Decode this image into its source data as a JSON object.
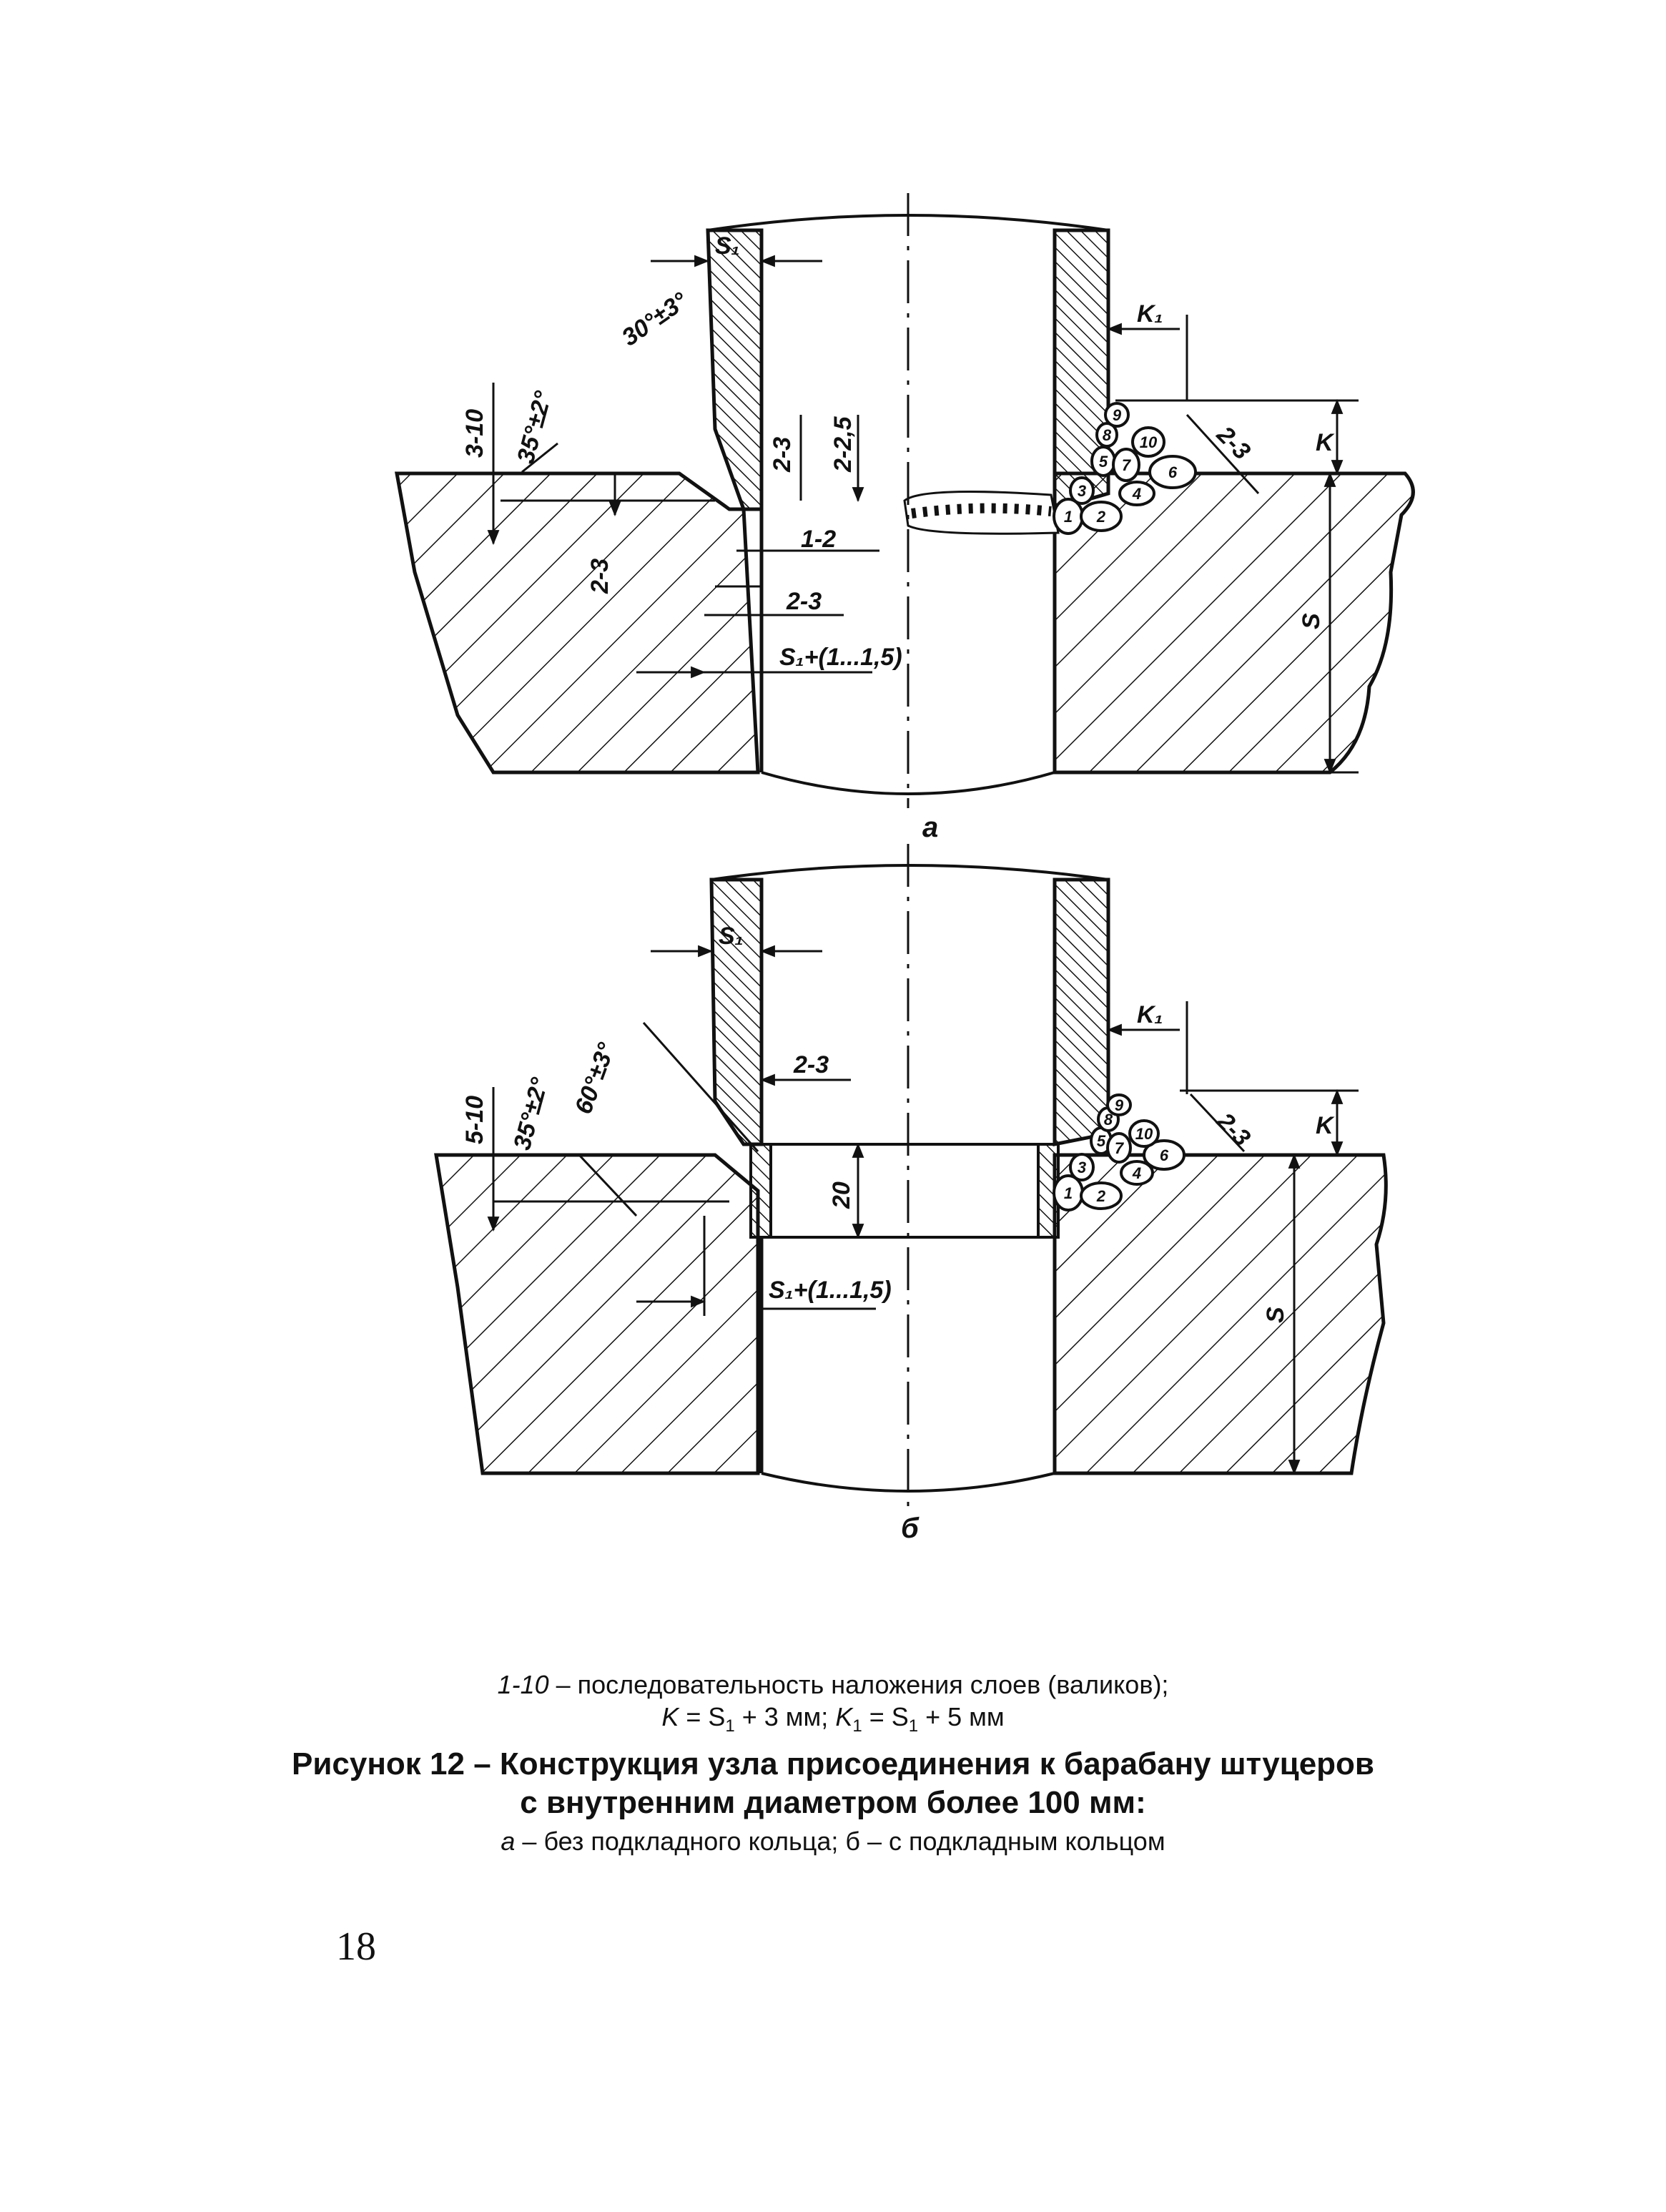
{
  "figure_a": {
    "label": "а",
    "dims": {
      "s1": "S₁",
      "angle_bevel": "30°±3°",
      "k1": "K₁",
      "gap_top": "3-10",
      "angle_drum": "35°±2°",
      "d2_3": "2-3",
      "d2_25": "2-2,5",
      "k": "K",
      "d2_3_weld": "2-3",
      "d1_2": "1-2",
      "d2_3_left": "2-3",
      "d2_3_low": "2-3",
      "s_total": "S",
      "hole": "S₁+(1...1,5)"
    },
    "beads": [
      "1",
      "2",
      "3",
      "4",
      "5",
      "6",
      "7",
      "8",
      "9",
      "10"
    ]
  },
  "figure_b": {
    "label": "б",
    "dims": {
      "s1": "S₁",
      "k1": "K₁",
      "gap_top": "5-10",
      "angle_drum": "35°±2°",
      "angle_bevel": "60°±3°",
      "d2_3": "2-3",
      "ring": "20",
      "k": "K",
      "d2_3_weld": "2-3",
      "s_total": "S",
      "hole": "S₁+(1...1,5)"
    },
    "beads": [
      "1",
      "2",
      "3",
      "4",
      "5",
      "6",
      "7",
      "8",
      "9",
      "10"
    ]
  },
  "notes": {
    "line1_range": "1-10",
    "line1_text": " – последовательность наложения слоев (валиков);",
    "line2_k": "K",
    "line2_eq1": " = S",
    "line2_sub1": "1",
    "line2_tail1": " + 3 мм; ",
    "line2_k1": "K",
    "line2_k1_sub": "1",
    "line2_eq2": " = S",
    "line2_sub2": "1",
    "line2_tail2": " + 5 мм"
  },
  "caption": {
    "title_line1": "Рисунок 12 – Конструкция узла присоединения к барабану штуцеров",
    "title_line2": "с внутренним диаметром более 100 мм:",
    "sub_a": "а",
    "sub_text1": " – без подкладного кольца; б – с подкладным кольцом"
  },
  "page_number": "18"
}
